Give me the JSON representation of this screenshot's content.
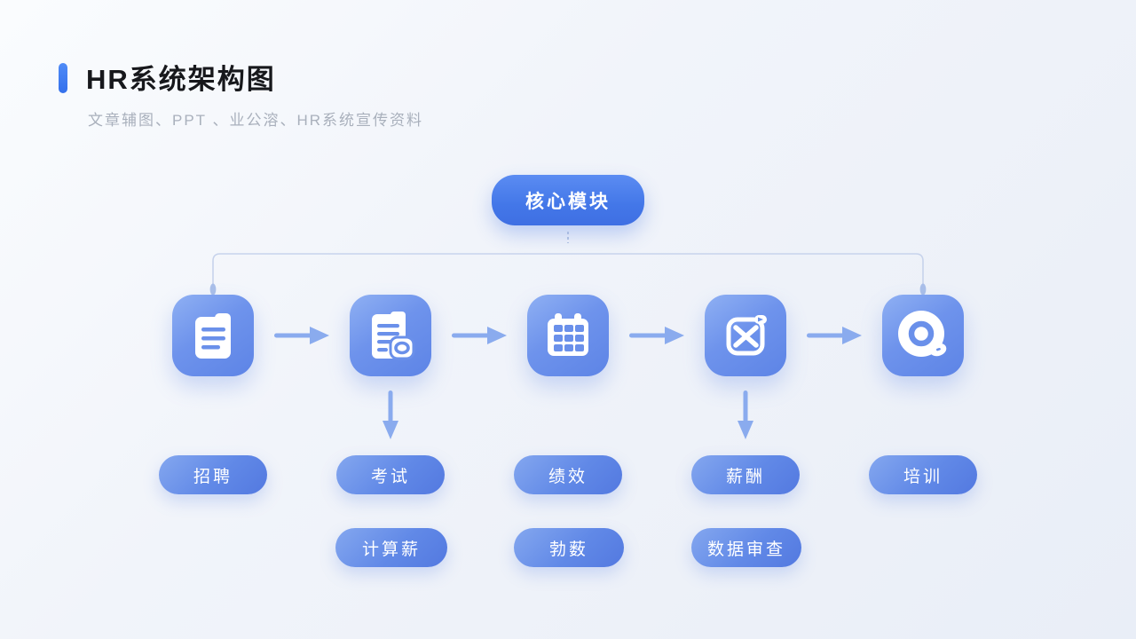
{
  "header": {
    "title": "HR系统架构图",
    "subtitle": "文章辅图、PPT 、业公溶、HR系统宣传资料"
  },
  "diagram": {
    "core_label": "核心模块",
    "columns": [
      {
        "icon": "document-lines-icon",
        "label": "招聘",
        "sub_label": ""
      },
      {
        "icon": "document-badge-icon",
        "label": "考试",
        "sub_label": "计算薪"
      },
      {
        "icon": "calendar-icon",
        "label": "绩效",
        "sub_label": "勃薮"
      },
      {
        "icon": "spreadsheet-x-icon",
        "label": "薪酬",
        "sub_label": "数据审查"
      },
      {
        "icon": "disc-icon",
        "label": "培训",
        "sub_label": ""
      }
    ]
  },
  "colors": {
    "accent_bar": "#3d7cf5",
    "title_text": "#17181c",
    "subtitle_text": "#a9b0bc",
    "core_button_top": "#5b8cf2",
    "core_button_bottom": "#3f6fe3",
    "module_box_light": "#8fb0f3",
    "module_box_dark": "#5d84e6",
    "pill_light": "#84a7ef",
    "pill_dark": "#5379e0",
    "arrow": "#8aabee",
    "connector_line": "#c7d3ec",
    "background_light": "#fafcfe",
    "background_dark": "#e9eef7"
  }
}
